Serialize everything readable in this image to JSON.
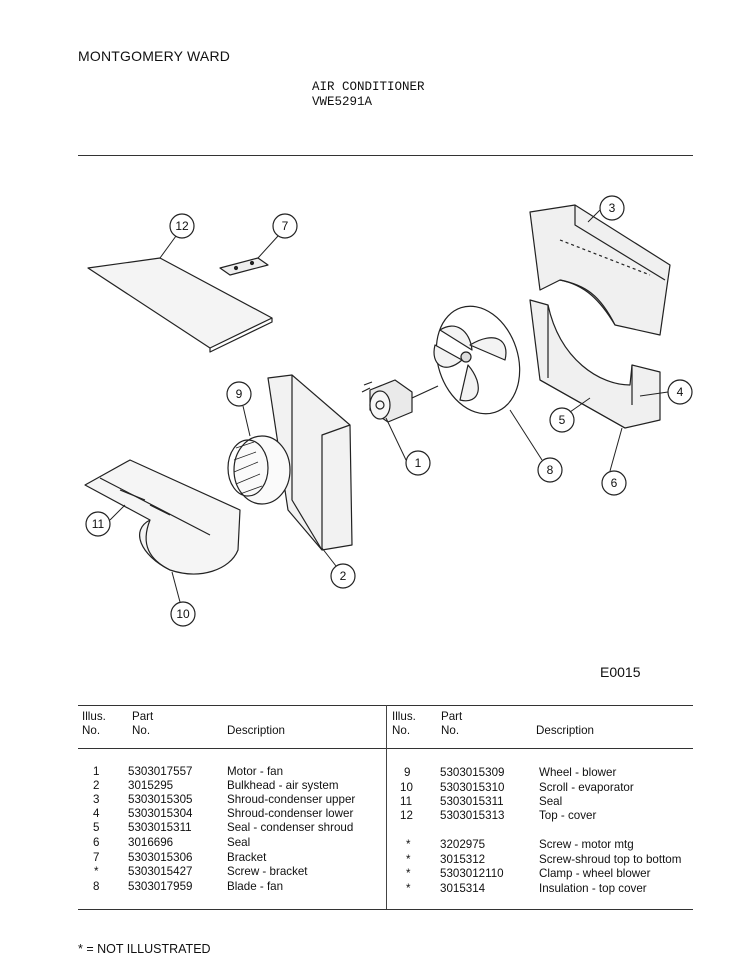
{
  "header": {
    "brand": "MONTGOMERY WARD",
    "title_line1": "AIR CONDITIONER",
    "title_line2": "VWE5291A"
  },
  "diagram": {
    "code": "E0015",
    "callouts": [
      "1",
      "2",
      "3",
      "4",
      "5",
      "6",
      "7",
      "8",
      "9",
      "10",
      "11",
      "12"
    ]
  },
  "table": {
    "headers": {
      "illus_line1": "Illus.",
      "illus_line2": "No.",
      "part_line1": "Part",
      "part_line2": "No.",
      "description": "Description"
    },
    "left_rows": [
      {
        "illus": "1",
        "part": "5303017557",
        "desc": "Motor - fan"
      },
      {
        "illus": "2",
        "part": "3015295",
        "desc": "Bulkhead - air system"
      },
      {
        "illus": "3",
        "part": "5303015305",
        "desc": "Shroud-condenser upper"
      },
      {
        "illus": "4",
        "part": "5303015304",
        "desc": "Shroud-condenser lower"
      },
      {
        "illus": "5",
        "part": "5303015311",
        "desc": "Seal - condenser shroud"
      },
      {
        "illus": "6",
        "part": "3016696",
        "desc": "Seal"
      },
      {
        "illus": "7",
        "part": "5303015306",
        "desc": "Bracket"
      },
      {
        "illus": "*",
        "part": "5303015427",
        "desc": "Screw - bracket"
      },
      {
        "illus": "8",
        "part": "5303017959",
        "desc": "Blade - fan"
      }
    ],
    "right_rows": [
      {
        "illus": "9",
        "part": "5303015309",
        "desc": "Wheel - blower"
      },
      {
        "illus": "10",
        "part": "5303015310",
        "desc": "Scroll - evaporator"
      },
      {
        "illus": "11",
        "part": "5303015311",
        "desc": "Seal"
      },
      {
        "illus": "12",
        "part": "5303015313",
        "desc": "Top - cover"
      },
      {
        "illus": "*",
        "part": "3202975",
        "desc": "Screw - motor mtg"
      },
      {
        "illus": "*",
        "part": "3015312",
        "desc": "Screw-shroud top to bottom"
      },
      {
        "illus": "*",
        "part": "5303012110",
        "desc": "Clamp - wheel blower"
      },
      {
        "illus": "*",
        "part": "3015314",
        "desc": "Insulation - top cover"
      }
    ]
  },
  "footer": {
    "note": "* = NOT ILLUSTRATED"
  }
}
